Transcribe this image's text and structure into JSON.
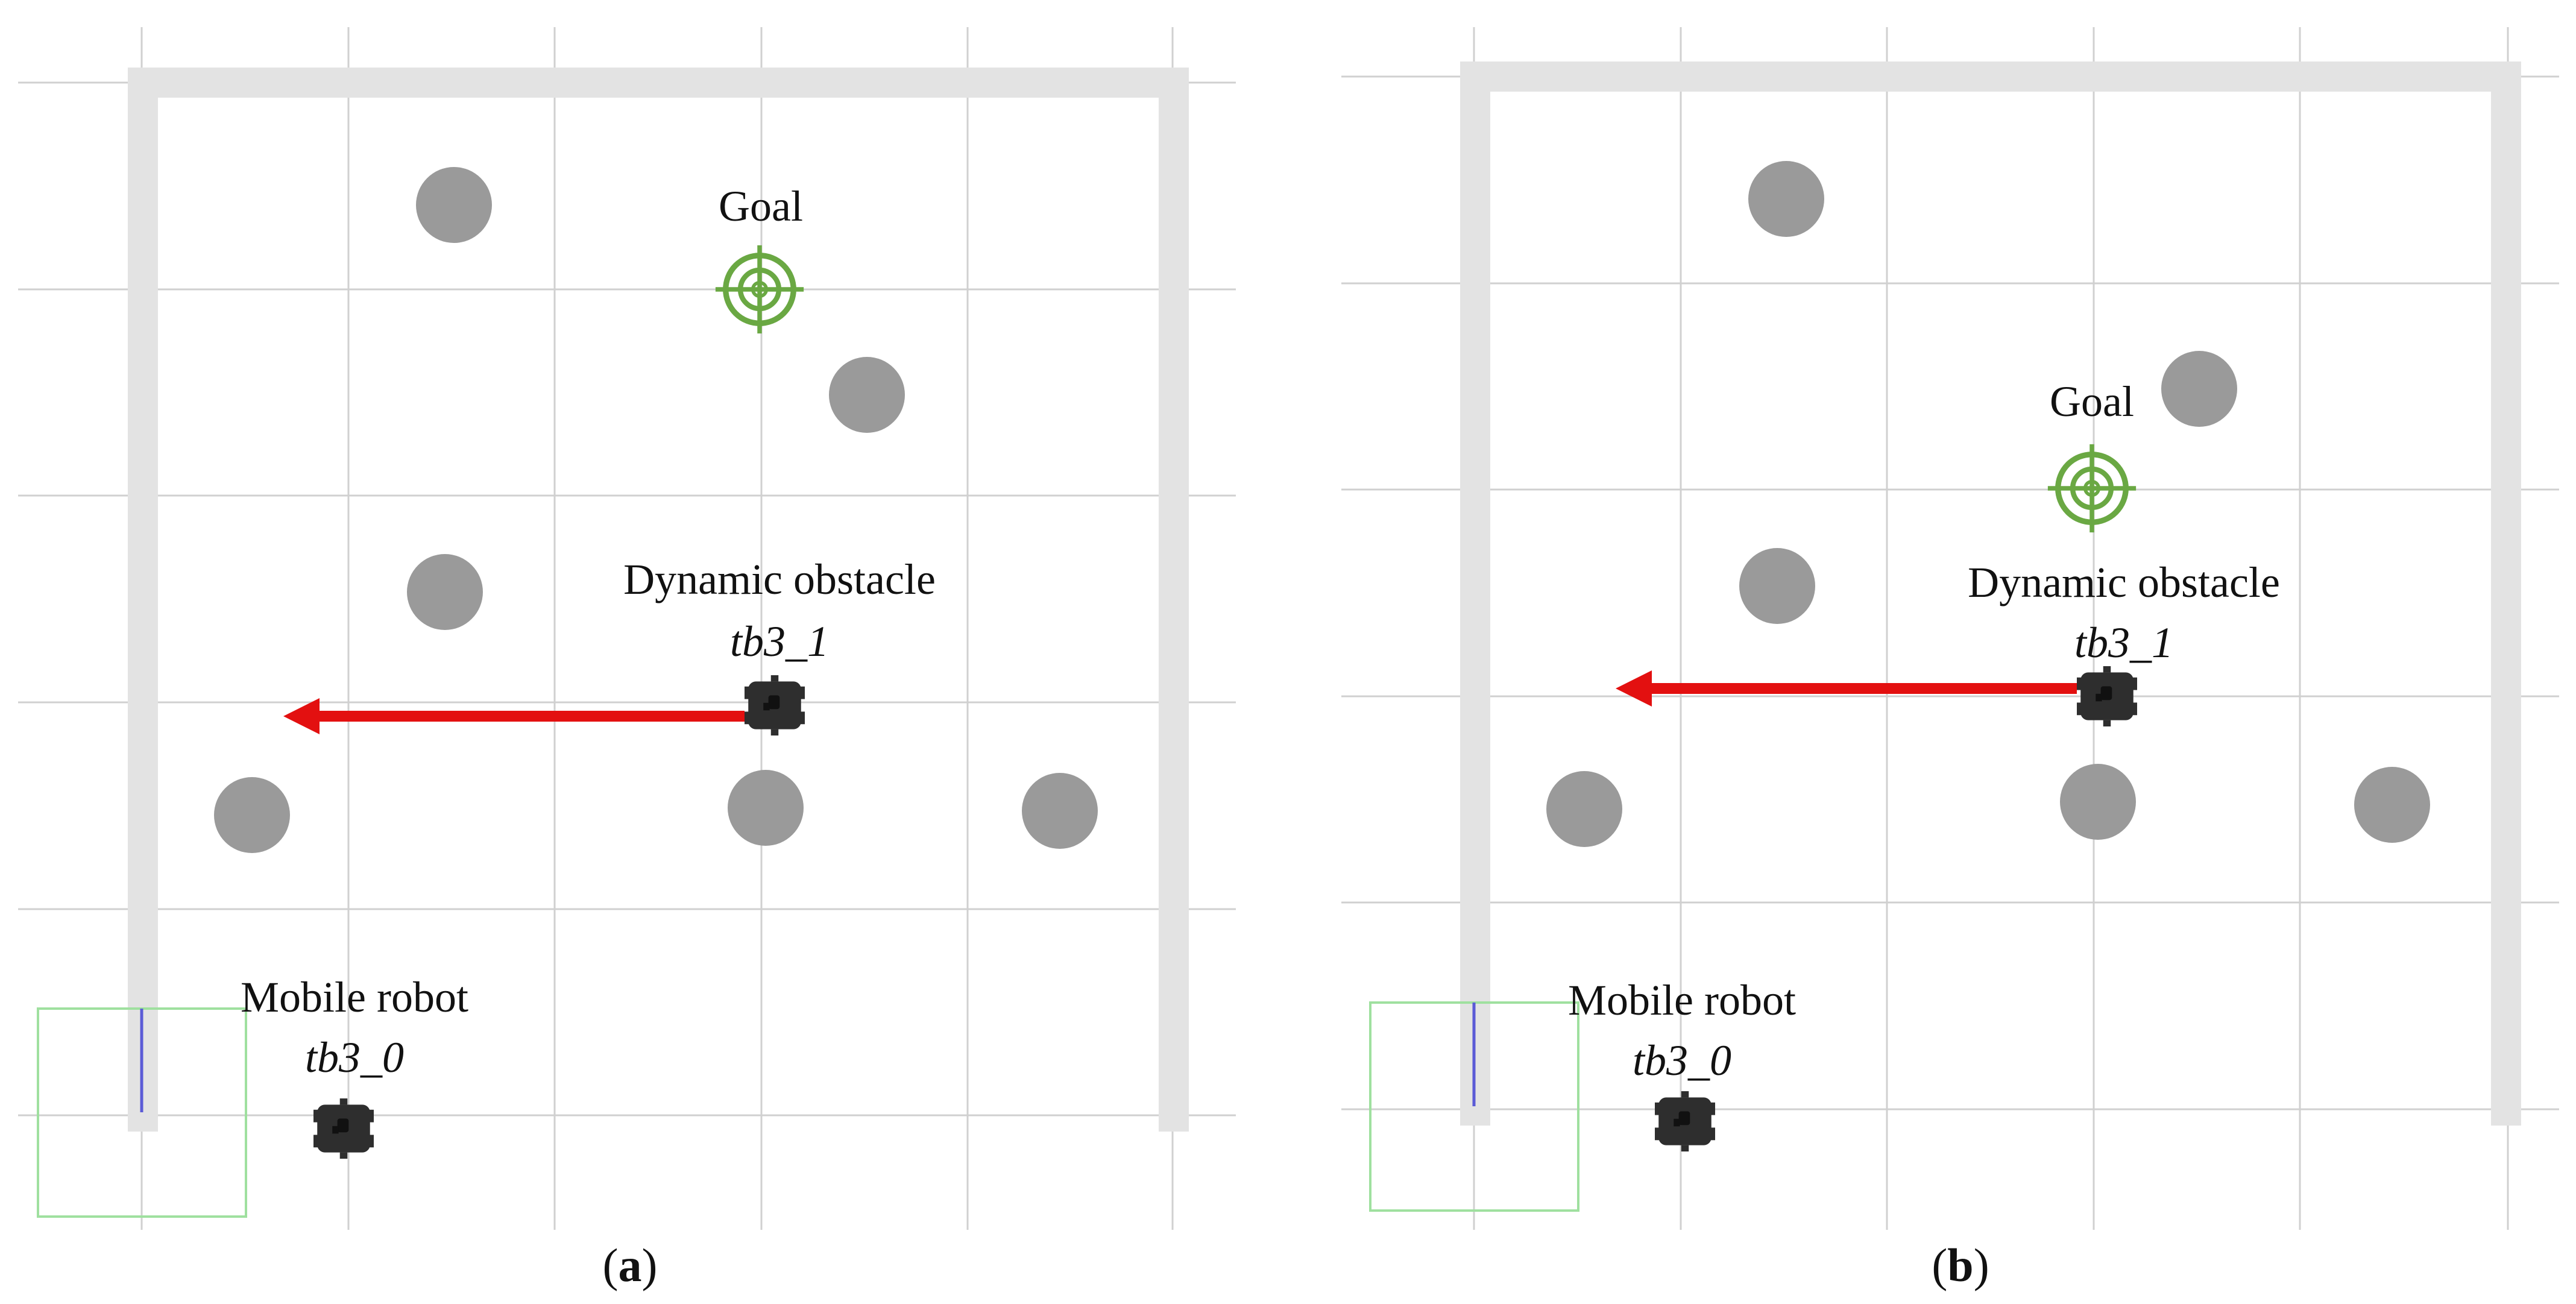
{
  "colors": {
    "wall": "#e3e3e3",
    "grid": "#d0d0d0",
    "obstacle": "#9a9a9a",
    "goal": "#6aa843",
    "arrow": "#e31010",
    "robot": "#2e2e2e",
    "start_box": "#9fe09f",
    "start_line": "#5b5bd6"
  },
  "icons": {
    "goal": "crosshair-target-icon",
    "robot": "turtlebot-robot-icon",
    "arrow": "left-arrow-icon"
  },
  "panels": [
    {
      "id": "a",
      "caption": {
        "open": "(",
        "letter": "a",
        "close": ")"
      },
      "goal_label": "Goal",
      "dynamic_obstacle_label": "Dynamic obstacle",
      "dynamic_obstacle_name": "tb3_1",
      "mobile_robot_label": "Mobile robot",
      "mobile_robot_name": "tb3_0"
    },
    {
      "id": "b",
      "caption": {
        "open": "(",
        "letter": "b",
        "close": ")"
      },
      "goal_label": "Goal",
      "dynamic_obstacle_label": "Dynamic obstacle",
      "dynamic_obstacle_name": "tb3_1",
      "mobile_robot_label": "Mobile robot",
      "mobile_robot_name": "tb3_0"
    }
  ]
}
